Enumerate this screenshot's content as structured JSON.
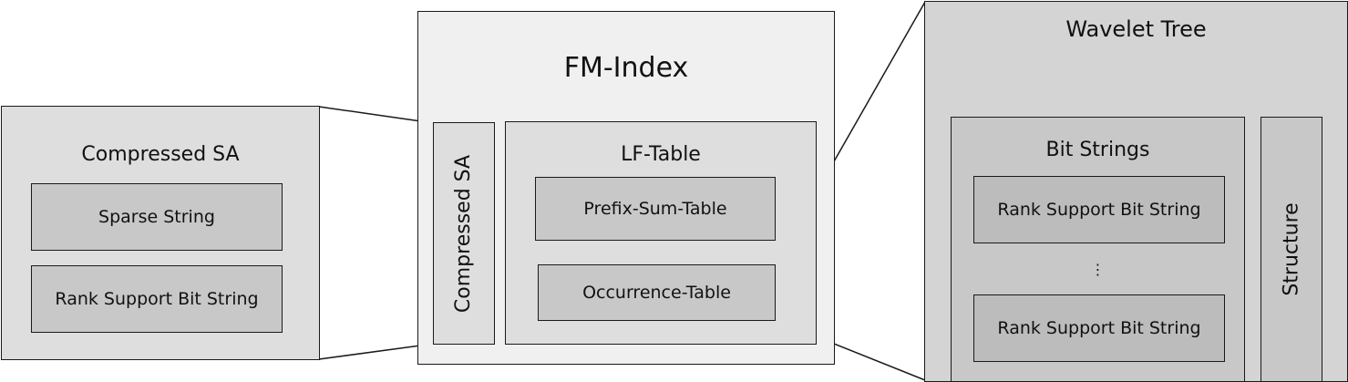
{
  "left_panel": {
    "title": "Compressed SA",
    "items": [
      "Sparse String",
      "Rank Support Bit String"
    ]
  },
  "center_panel": {
    "title": "FM-Index",
    "side_label": "Compressed SA",
    "lf_table": {
      "title": "LF-Table",
      "items": [
        "Prefix-Sum-Table",
        "Occurrence-Table"
      ]
    }
  },
  "right_panel": {
    "title": "Wavelet Tree",
    "bit_strings": {
      "title": "Bit Strings",
      "items": [
        "Rank Support Bit String",
        "Rank Support Bit String"
      ],
      "ellipsis": "⋮"
    },
    "structure_label": "Structure"
  },
  "colors": {
    "outline": "#1a1a1a",
    "fill_lightest": "#f0f0f0",
    "fill_light": "#dedede",
    "fill_mid": "#d4d4d4",
    "fill_dark": "#c8c8c8",
    "fill_darkest": "#bcbcbc"
  }
}
